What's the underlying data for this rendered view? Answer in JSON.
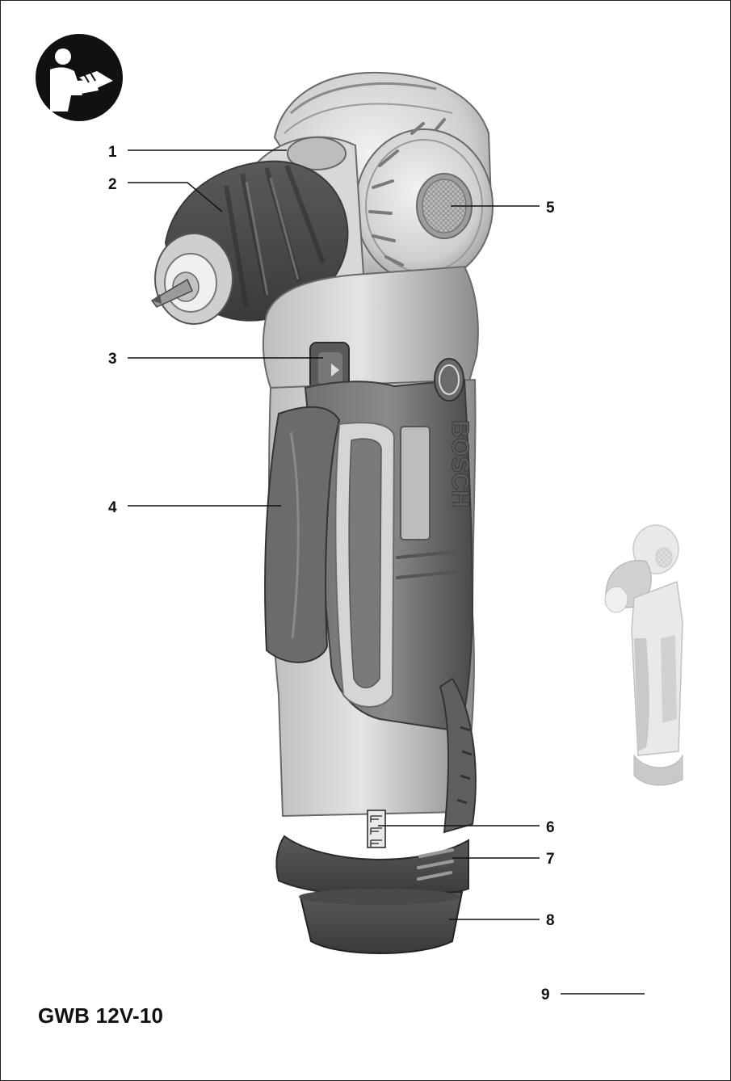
{
  "model_name": "GWB 12V-10",
  "brand_text": "BOSCH",
  "manual_icon": "read-manual-icon",
  "callouts": [
    "1",
    "2",
    "3",
    "4",
    "5",
    "6",
    "7",
    "8",
    "9"
  ],
  "colors": {
    "frame": "#222222",
    "text": "#111111",
    "tool_dark": "#5a5a5a",
    "tool_light": "#cfcfcf"
  }
}
